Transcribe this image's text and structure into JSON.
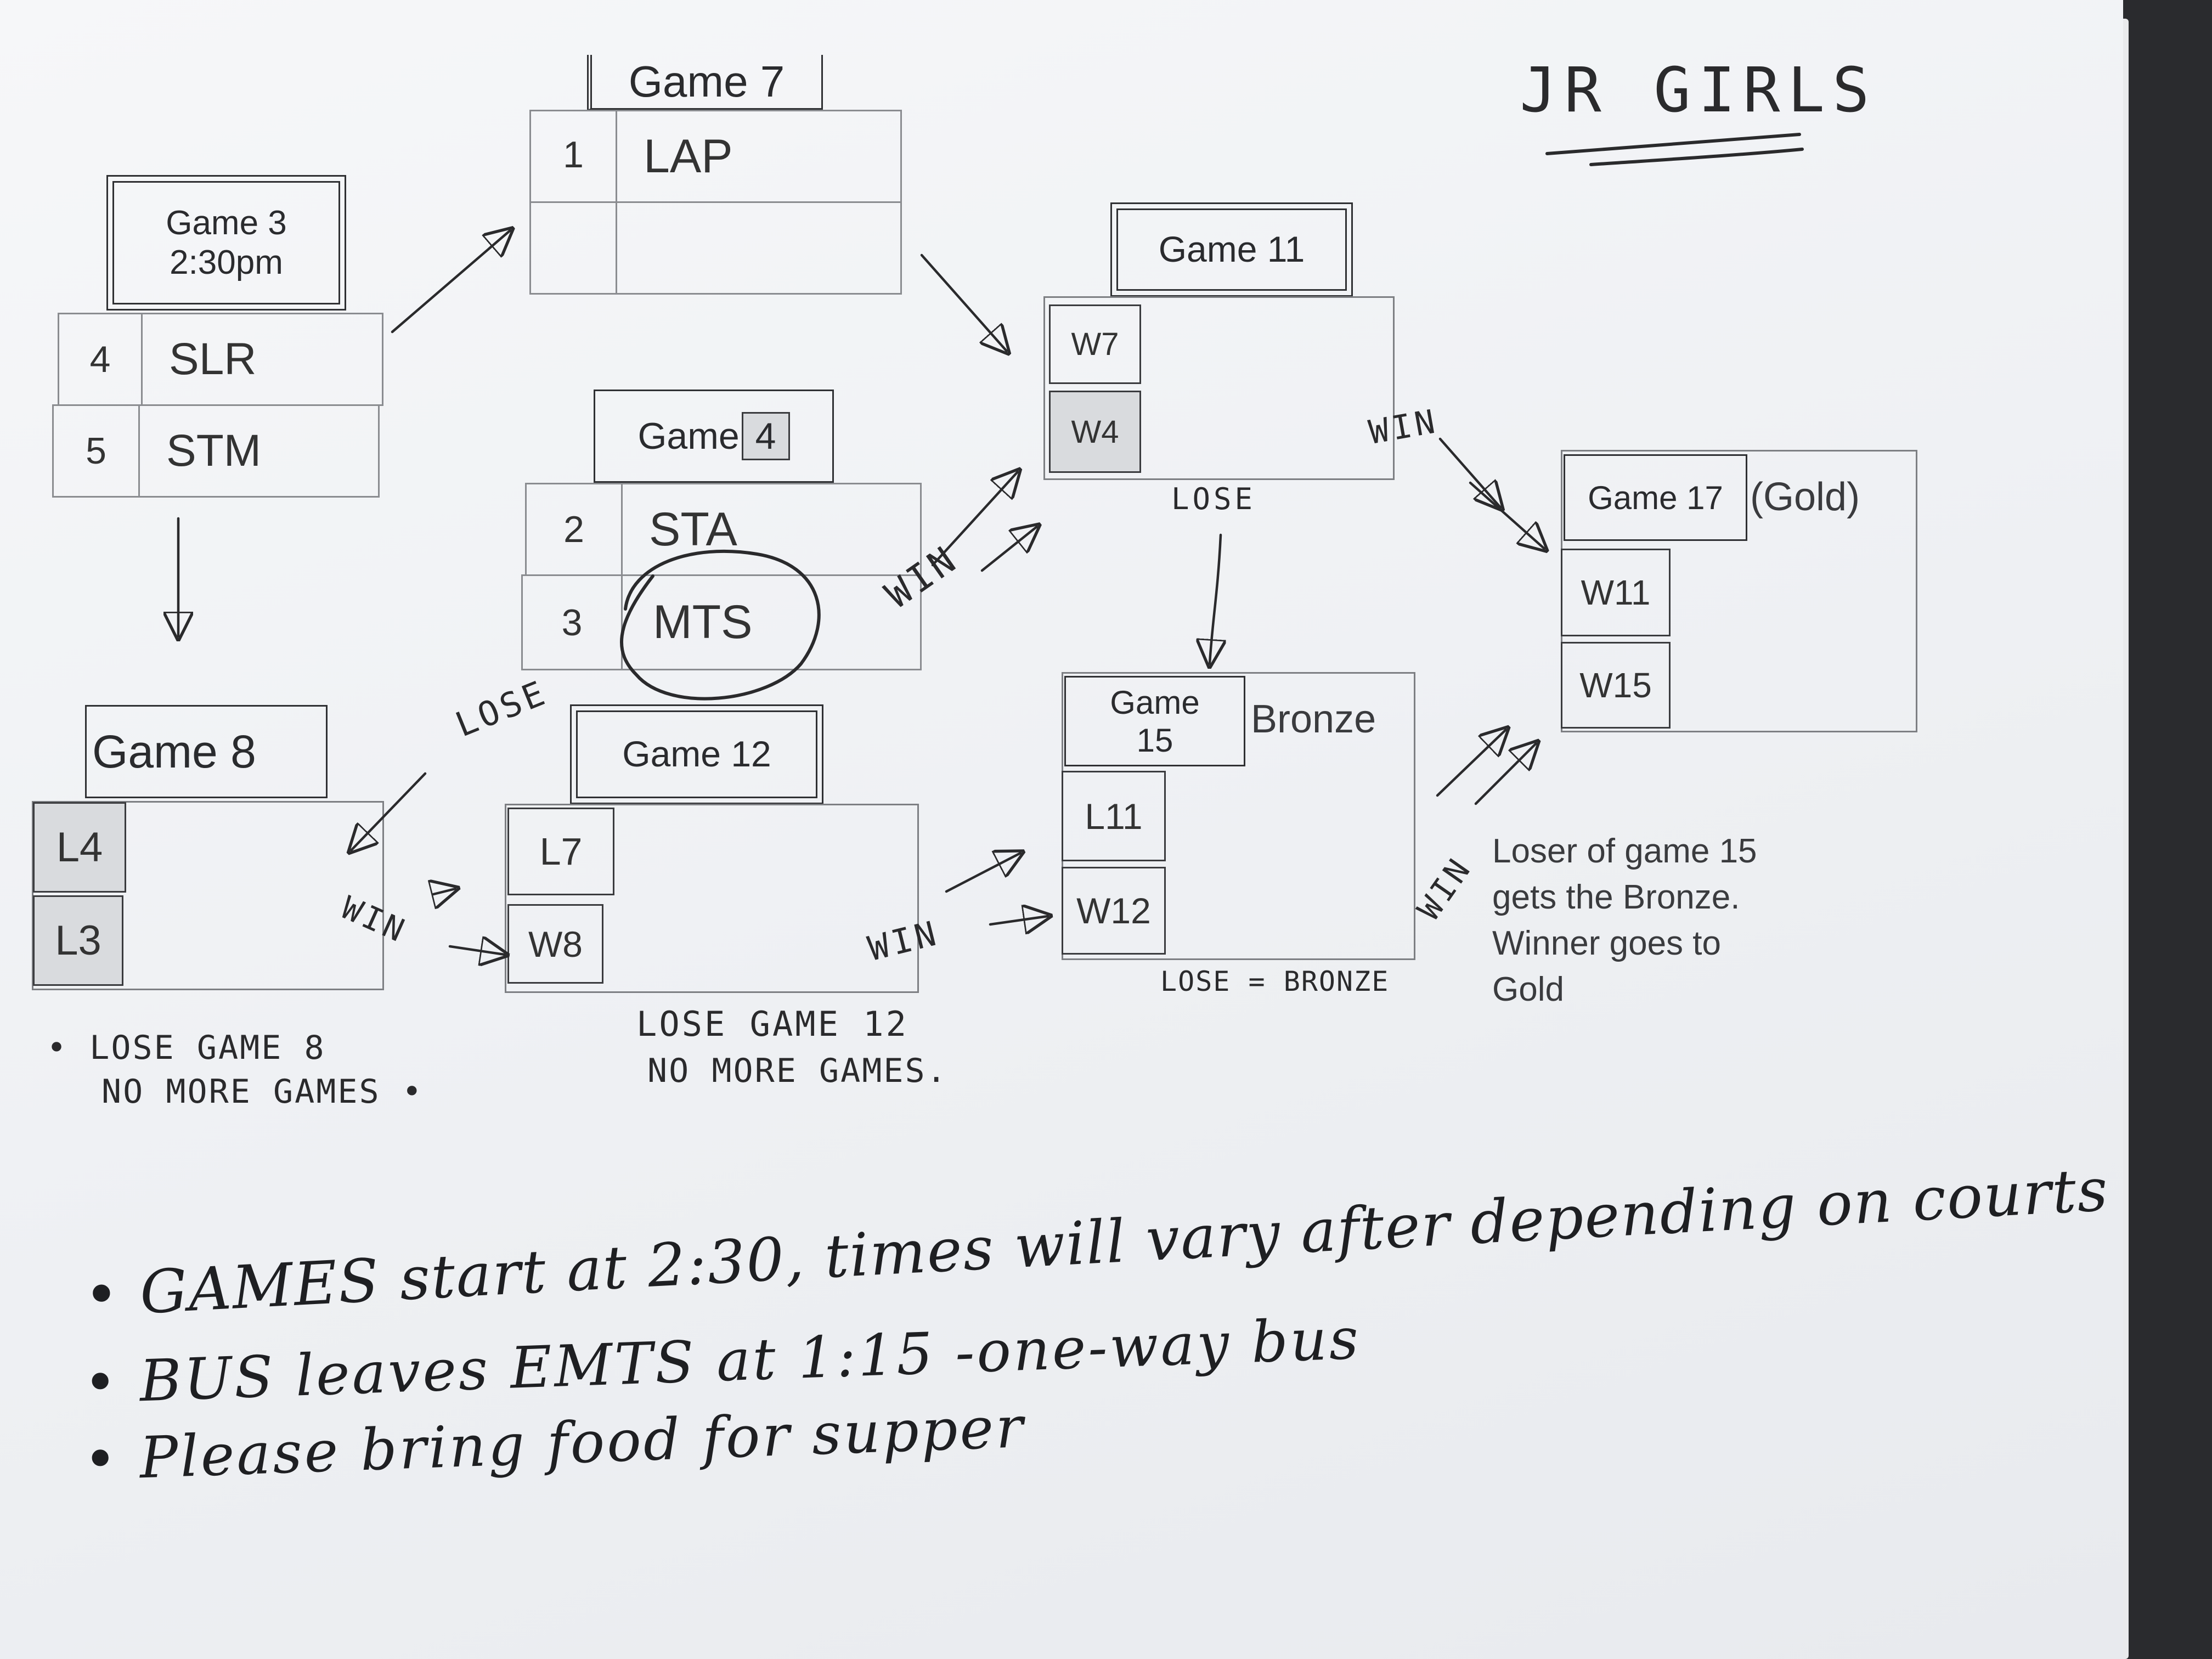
{
  "title": "JR GIRLS",
  "game3": {
    "title": "Game 3",
    "time": "2:30pm",
    "rows": [
      {
        "seed": "4",
        "team": "SLR"
      },
      {
        "seed": "5",
        "team": "STM"
      }
    ]
  },
  "game7": {
    "title": "Game 7",
    "rows": [
      {
        "seed": "1",
        "team": "LAP"
      },
      {
        "seed": "",
        "team": ""
      }
    ]
  },
  "game4": {
    "title": "Game",
    "number": "4",
    "rows": [
      {
        "seed": "2",
        "team": "STA"
      },
      {
        "seed": "3",
        "team": "MTS"
      }
    ]
  },
  "game11": {
    "title": "Game 11",
    "rows": [
      {
        "slot": "W7"
      },
      {
        "slot": "W4"
      }
    ]
  },
  "game8": {
    "title": "Game 8",
    "rows": [
      {
        "slot": "L4"
      },
      {
        "slot": "L3"
      }
    ]
  },
  "game12": {
    "title": "Game 12",
    "rows": [
      {
        "slot": "L7"
      },
      {
        "slot": "W8"
      }
    ]
  },
  "game15": {
    "title": "Game 15",
    "label": "Bronze",
    "rows": [
      {
        "slot": "L11"
      },
      {
        "slot": "W12"
      }
    ]
  },
  "game17": {
    "title": "Game 17",
    "label": "(Gold)",
    "rows": [
      {
        "slot": "W11"
      },
      {
        "slot": "W15"
      }
    ]
  },
  "annotations": {
    "win_g4": "WIN",
    "lose_g4": "LOSE",
    "win_g8": "WIN",
    "win_g12": "WIN",
    "lose_g11": "LOSE",
    "win_g11": "WIN",
    "win_g15": "WIN",
    "lose_bronze": "LOSE = BRONZE",
    "note_g15": [
      "Loser of game 15",
      "gets the Bronze.",
      "Winner goes to",
      "Gold"
    ],
    "note_g8": [
      "• LOSE GAME 8",
      "NO MORE GAMES •"
    ],
    "note_g12": [
      "LOSE GAME 12",
      "NO MORE GAMES."
    ]
  },
  "notes": [
    "• GAMES start at 2:30, times will vary after depending on courts",
    "• BUS leaves EMTS at 1:15 -one-way bus",
    "• Please bring food for supper"
  ]
}
